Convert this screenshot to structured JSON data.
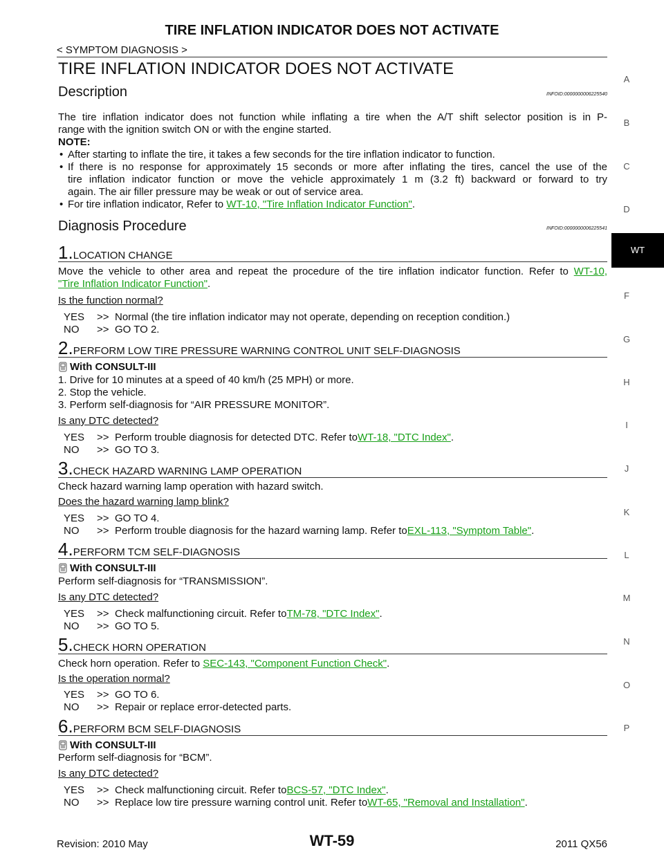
{
  "header": {
    "title": "TIRE INFLATION INDICATOR DOES NOT ACTIVATE",
    "subtitle": "< SYMPTOM DIAGNOSIS >"
  },
  "main_title": "TIRE INFLATION INDICATOR DOES NOT ACTIVATE",
  "description": {
    "title": "Description",
    "infoid": "INFOID:0000000006225540",
    "text1": "The tire inflation indicator does not function while inflating a tire when the A/T shift selector position is in P-",
    "text2": "range with the ignition switch ON or with the engine started.",
    "note_label": "NOTE:",
    "bullet1": "After starting to inflate the tire, it takes a few seconds for the tire inflation indicator to function.",
    "bullet2_l1": "If there is no response for approximately 15 seconds or more after inflating the tires, cancel the use of the",
    "bullet2_l2": "tire inflation indicator function or move the vehicle approximately 1 m (3.2 ft) backward or forward to try",
    "bullet2_l3": "again. The air filler pressure may be weak or out of service area.",
    "bullet3_pre": "For tire inflation indicator, Refer to ",
    "bullet3_link": "WT-10, \"Tire Inflation Indicator Function\"",
    "bullet3_post": "."
  },
  "diagnosis": {
    "title": "Diagnosis Procedure",
    "infoid": "INFOID:0000000006225541",
    "steps": [
      {
        "num": "1.",
        "label": "LOCATION CHANGE",
        "text_pre": "Move the vehicle to other area and repeat the procedure of the tire inflation indicator function. Refer to ",
        "link_a": "WT-10,",
        "link_b": "\"Tire Inflation Indicator Function\"",
        "text_post": ".",
        "question": "Is the function normal?",
        "yes": "Normal (the tire inflation indicator may not operate, depending on reception condition.)",
        "no": "GO TO 2."
      },
      {
        "num": "2.",
        "label": "PERFORM LOW TIRE PRESSURE WARNING CONTROL UNIT SELF-DIAGNOSIS",
        "consult": "With CONSULT-III",
        "items": [
          "1.  Drive for 10 minutes at a speed of 40 km/h (25 MPH) or more.",
          "2.  Stop the vehicle.",
          "3.  Perform self-diagnosis for “AIR PRESSURE MONITOR”."
        ],
        "question": "Is any DTC detected?",
        "yes_pre": "Perform trouble diagnosis for detected DTC. Refer to ",
        "yes_link": "WT-18, \"DTC Index\"",
        "yes_post": ".",
        "no": "GO TO 3."
      },
      {
        "num": "3.",
        "label": "CHECK HAZARD WARNING LAMP OPERATION",
        "text": "Check hazard warning lamp operation with hazard switch.",
        "question": "Does the hazard warning lamp blink?",
        "yes": "GO TO 4.",
        "no_pre": "Perform trouble diagnosis for the hazard warning lamp. Refer to ",
        "no_link": "EXL-113, \"Symptom Table\"",
        "no_post": "."
      },
      {
        "num": "4.",
        "label": "PERFORM TCM SELF-DIAGNOSIS",
        "consult": "With CONSULT-III",
        "text": "Perform self-diagnosis for “TRANSMISSION”.",
        "question": "Is any DTC detected?",
        "yes_pre": "Check malfunctioning circuit. Refer to ",
        "yes_link": "TM-78, \"DTC Index\"",
        "yes_post": ".",
        "no": "GO TO 5."
      },
      {
        "num": "5.",
        "label": "CHECK HORN OPERATION",
        "text_pre": "Check horn operation. Refer to ",
        "text_link": "SEC-143, \"Component Function Check\"",
        "text_post": ".",
        "question": "Is the operation normal?",
        "yes": "GO TO 6.",
        "no": "Repair or replace error-detected parts."
      },
      {
        "num": "6.",
        "label": "PERFORM BCM SELF-DIAGNOSIS",
        "consult": "With CONSULT-III",
        "text": "Perform self-diagnosis for “BCM”.",
        "question": "Is any DTC detected?",
        "yes_pre": "Check malfunctioning circuit. Refer to ",
        "yes_link": "BCS-57, \"DTC Index\"",
        "yes_post": ".",
        "no_pre": "Replace low tire pressure warning control unit. Refer to ",
        "no_link": "WT-65, \"Removal and Installation\"",
        "no_post": "."
      }
    ]
  },
  "answer_labels": {
    "yes": "YES",
    "no": "NO",
    "arrow": ">>"
  },
  "side_index": [
    "A",
    "B",
    "C",
    "D",
    "F",
    "G",
    "H",
    "I",
    "J",
    "K",
    "L",
    "M",
    "N",
    "O",
    "P"
  ],
  "side_tab": "WT",
  "footer": {
    "revision": "Revision: 2010 May",
    "page": "WT-59",
    "model": "2011 QX56"
  },
  "colors": {
    "link": "#18a018"
  }
}
